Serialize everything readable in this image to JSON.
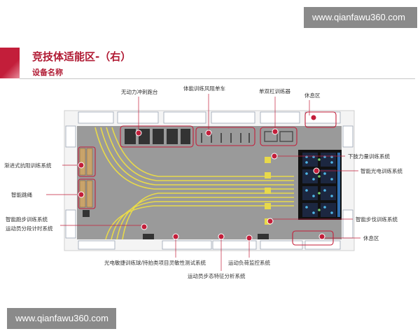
{
  "watermark": "www.qianfawu360.com",
  "header": {
    "title": "竞技体适能区-（右）",
    "subtitle": "设备名称"
  },
  "labels": {
    "power_treadmill": "无动力冲刺跑台",
    "wind_bike": "体能训练风阻单车",
    "dual_bar": "单双杠训练器",
    "rest_top": "休息区",
    "progressive": "渐进式抗阻训练系统",
    "smart_rope": "智能跳绳",
    "sprint_system": "智能跑步训练系统",
    "segment_timer": "运动员分段计时系统",
    "lower_strength": "下肢力量训练系统",
    "light_training": "智能光电训练系统",
    "step_training": "智能步伐训练系统",
    "rest_bottom": "休息区",
    "agility_test": "光电敏捷训练球/持拍类项目灵敏性测试系统",
    "load_monitor": "运动负荷监控系统",
    "gait_analysis": "运动员步态特征分析系统"
  },
  "colors": {
    "accent": "#c31e3a",
    "floor": "#9a9a9a",
    "track": "#e8d94a",
    "wall": "#f4f4f4"
  }
}
